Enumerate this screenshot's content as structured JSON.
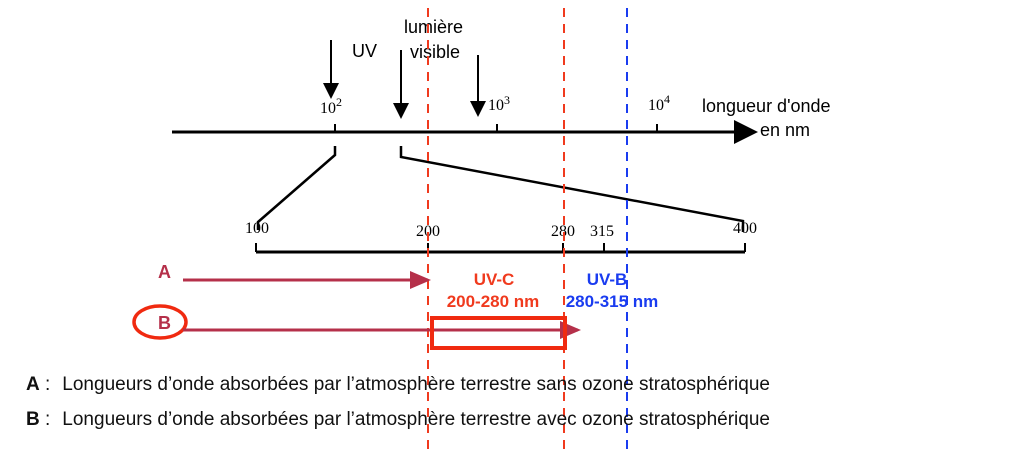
{
  "top_axis": {
    "label_line1": "longueur d'onde",
    "label_line2": "en nm",
    "ticks": [
      {
        "base": "10",
        "exp": "2"
      },
      {
        "base": "10",
        "exp": "3"
      },
      {
        "base": "10",
        "exp": "4"
      }
    ]
  },
  "annotations": {
    "uv": "UV",
    "visible_line1": "lumière",
    "visible_line2": "visible"
  },
  "bottom_axis": {
    "ticks": [
      "100",
      "200",
      "280",
      "315",
      "400"
    ]
  },
  "bands": {
    "uvc_name": "UV-C",
    "uvc_range": "200-280 nm",
    "uvb_name": "UV-B",
    "uvb_range": "280-315 nm"
  },
  "arrows": {
    "a": "A",
    "b": "B"
  },
  "legend": [
    {
      "key": "A",
      "sep": " :",
      "text": "Longueurs d’onde absorbées par l’atmosphère terrestre sans ozone stratosphérique"
    },
    {
      "key": "B",
      "sep": " :",
      "text": "Longueurs d’onde absorbées par l’atmosphère terrestre avec ozone stratosphérique"
    }
  ],
  "colors": {
    "uvc": "#f03a1e",
    "uvb": "#1a3cf0",
    "arrow": "#b5304a",
    "highlight": "#f02a10"
  }
}
